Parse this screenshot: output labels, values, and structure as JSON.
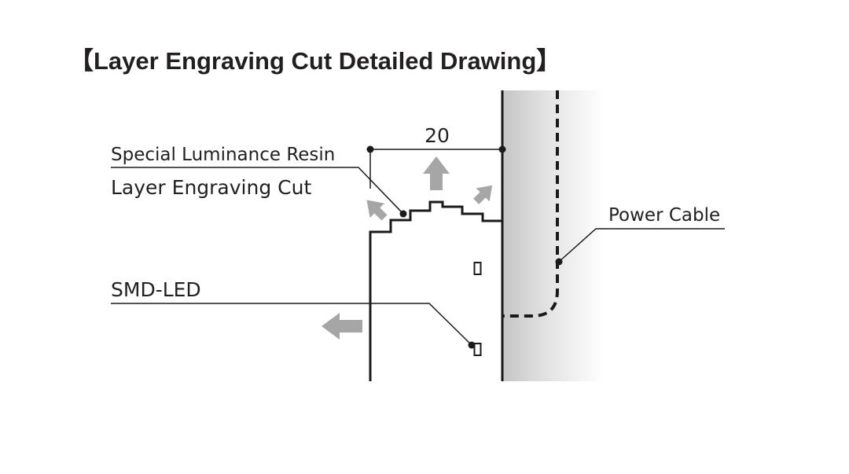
{
  "title": "【Layer Engraving Cut Detailed Drawing】",
  "labels": {
    "resin": "Special Luminance Resin",
    "engraving": "Layer Engraving Cut",
    "smd_led": "SMD-LED",
    "power_cable": "Power Cable",
    "dimension": "20"
  },
  "colors": {
    "line": "#1a1a1a",
    "arrow": "#a6a6a6",
    "panel_dark": "#c9c9c9",
    "panel_light": "#ffffff"
  }
}
